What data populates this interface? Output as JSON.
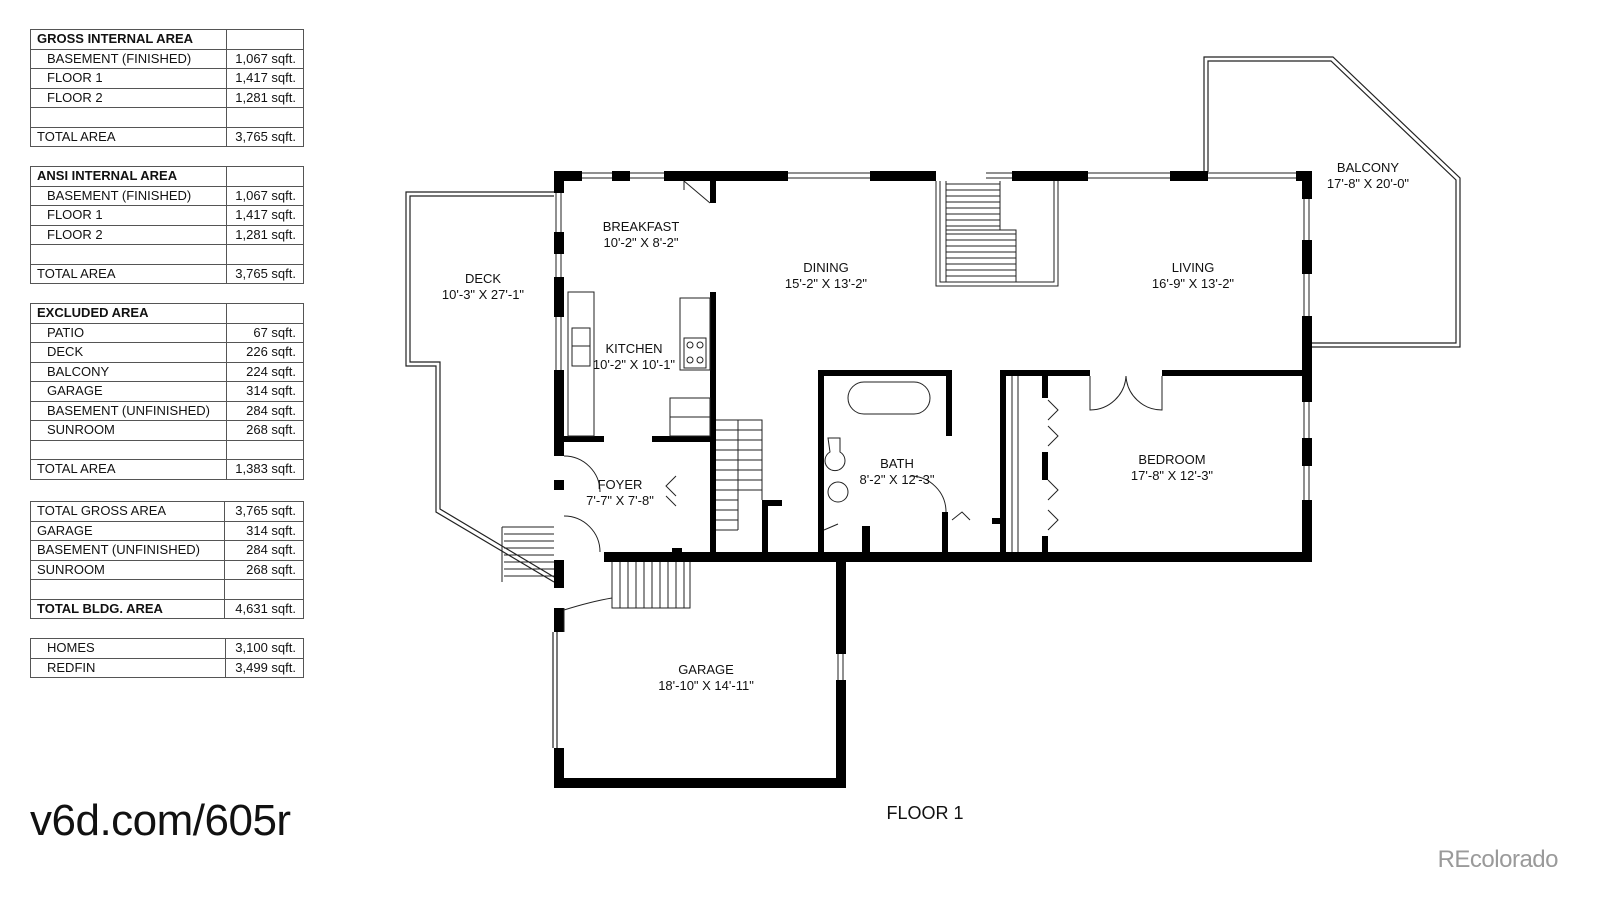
{
  "tables": [
    {
      "rows": [
        {
          "label": "GROSS INTERNAL AREA",
          "value": "",
          "style": "head"
        },
        {
          "label": "BASEMENT (FINISHED)",
          "value": "1,067 sqft.",
          "style": "indent"
        },
        {
          "label": "FLOOR 1",
          "value": "1,417 sqft.",
          "style": "indent"
        },
        {
          "label": "FLOOR 2",
          "value": "1,281 sqft.",
          "style": "indent"
        },
        {
          "label": "",
          "value": "",
          "style": "blank"
        },
        {
          "label": "TOTAL AREA",
          "value": "3,765 sqft.",
          "style": "plain"
        }
      ]
    },
    {
      "rows": [
        {
          "label": "ANSI INTERNAL AREA",
          "value": "",
          "style": "head"
        },
        {
          "label": "BASEMENT (FINISHED)",
          "value": "1,067 sqft.",
          "style": "indent"
        },
        {
          "label": "FLOOR 1",
          "value": "1,417 sqft.",
          "style": "indent"
        },
        {
          "label": "FLOOR 2",
          "value": "1,281 sqft.",
          "style": "indent"
        },
        {
          "label": "",
          "value": "",
          "style": "blank"
        },
        {
          "label": "TOTAL AREA",
          "value": "3,765 sqft.",
          "style": "plain"
        }
      ]
    },
    {
      "rows": [
        {
          "label": "EXCLUDED AREA",
          "value": "",
          "style": "head"
        },
        {
          "label": "PATIO",
          "value": "67 sqft.",
          "style": "indent"
        },
        {
          "label": "DECK",
          "value": "226 sqft.",
          "style": "indent"
        },
        {
          "label": "BALCONY",
          "value": "224 sqft.",
          "style": "indent"
        },
        {
          "label": "GARAGE",
          "value": "314 sqft.",
          "style": "indent"
        },
        {
          "label": "BASEMENT (UNFINISHED)",
          "value": "284 sqft.",
          "style": "indent"
        },
        {
          "label": "SUNROOM",
          "value": "268 sqft.",
          "style": "indent"
        },
        {
          "label": "",
          "value": "",
          "style": "blank"
        },
        {
          "label": "TOTAL AREA",
          "value": "1,383 sqft.",
          "style": "plain"
        }
      ]
    },
    {
      "rows": [
        {
          "label": "TOTAL GROSS AREA",
          "value": "3,765 sqft.",
          "style": "plain"
        },
        {
          "label": "GARAGE",
          "value": "314 sqft.",
          "style": "plain"
        },
        {
          "label": "BASEMENT (UNFINISHED)",
          "value": "284 sqft.",
          "style": "plain"
        },
        {
          "label": "SUNROOM",
          "value": "268 sqft.",
          "style": "plain"
        },
        {
          "label": "",
          "value": "",
          "style": "blank"
        },
        {
          "label": "TOTAL BLDG. AREA",
          "value": "4,631 sqft.",
          "style": "bold"
        }
      ]
    },
    {
      "rows": [
        {
          "label": "HOMES",
          "value": "3,100 sqft.",
          "style": "indent"
        },
        {
          "label": "REDFIN",
          "value": "3,499 sqft.",
          "style": "indent"
        }
      ]
    }
  ],
  "url": "v6d.com/605r",
  "watermark": "REcolorado",
  "floor_title": "FLOOR 1",
  "rooms": {
    "deck": {
      "name": "DECK",
      "dims": "10'-3\" X 27'-1\""
    },
    "breakfast": {
      "name": "BREAKFAST",
      "dims": "10'-2\" X 8'-2\""
    },
    "dining": {
      "name": "DINING",
      "dims": "15'-2\" X 13'-2\""
    },
    "living": {
      "name": "LIVING",
      "dims": "16'-9\" X 13'-2\""
    },
    "balcony": {
      "name": "BALCONY",
      "dims": "17'-8\" X 20'-0\""
    },
    "kitchen": {
      "name": "KITCHEN",
      "dims": "10'-2\" X 10'-1\""
    },
    "bath": {
      "name": "BATH",
      "dims": "8'-2\" X 12'-3\""
    },
    "bedroom": {
      "name": "BEDROOM",
      "dims": "17'-8\" X 12'-3\""
    },
    "foyer": {
      "name": "FOYER",
      "dims": "7'-7\" X 7'-8\""
    },
    "garage": {
      "name": "GARAGE",
      "dims": "18'-10\" X 14'-11\""
    }
  }
}
